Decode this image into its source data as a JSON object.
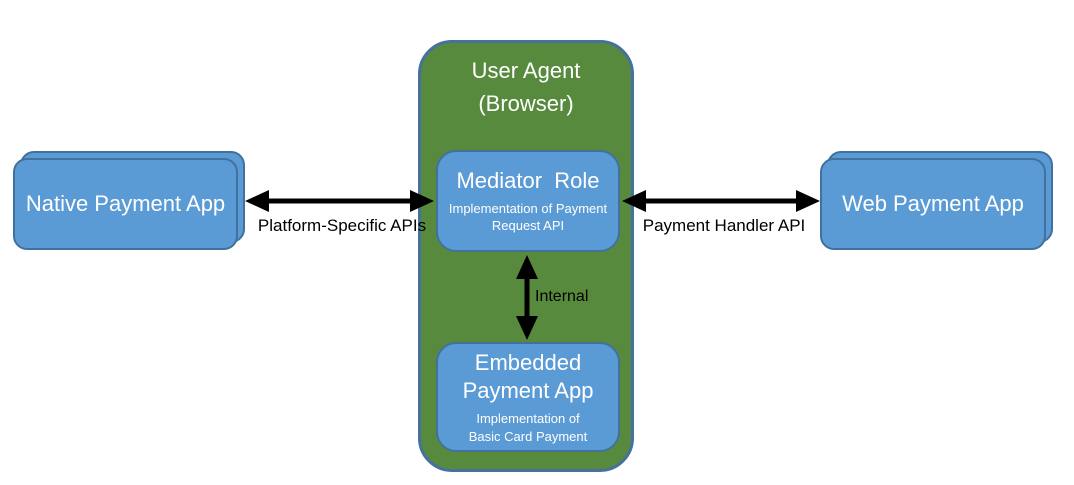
{
  "nodes": {
    "user_agent": {
      "label": "User Agent\n(Browser)"
    },
    "mediator": {
      "label": "Mediator  Role",
      "sublabel": "Implementation of Payment\nRequest API"
    },
    "embedded_payment_app": {
      "label": "Embedded\nPayment App",
      "sublabel": "Implementation of\nBasic Card Payment"
    },
    "native_payment_app": {
      "label": "Native Payment App"
    },
    "web_payment_app": {
      "label": "Web Payment App"
    }
  },
  "edges": {
    "native_to_mediator": {
      "label": "Platform-Specific APIs"
    },
    "mediator_to_web": {
      "label": "Payment Handler API"
    },
    "mediator_to_embedded": {
      "label": "Internal"
    }
  },
  "colors": {
    "node_fill_blue": "#5b9bd5",
    "node_border_blue": "#41719c",
    "container_fill_green": "#578a3d",
    "container_border_blue": "#44719e",
    "arrow_black": "#000000",
    "node_text_white": "#ffffff",
    "edge_label_black": "#000000"
  }
}
